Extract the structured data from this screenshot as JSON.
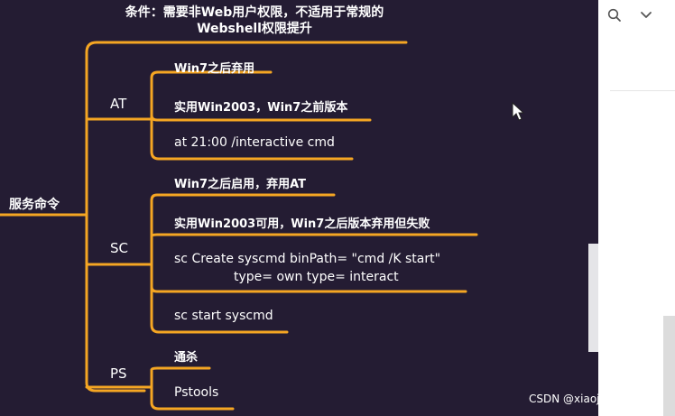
{
  "mindmap": {
    "root": "服务命令",
    "condition": [
      "条件：需要非Web用户权限，不适用于常规的",
      "Webshell权限提升"
    ],
    "branches": [
      {
        "label": "AT",
        "items": [
          "Win7之后弃用",
          "实用Win2003，Win7之前版本",
          "at 21:00 /interactive cmd"
        ]
      },
      {
        "label": "SC",
        "items": [
          "Win7之后启用，弃用AT",
          "实用Win2003可用，Win7之后版本弃用但失败",
          "sc Create syscmd binPath= \"cmd /K start\"",
          "type= own type= interact",
          "sc start syscmd"
        ]
      },
      {
        "label": "PS",
        "items": [
          "通杀",
          "Pstools"
        ]
      }
    ]
  },
  "watermark": "CSDN @xiaojiesec",
  "colors": {
    "background": "#241c33",
    "connector": "#f5a623",
    "text": "#ffffff"
  }
}
